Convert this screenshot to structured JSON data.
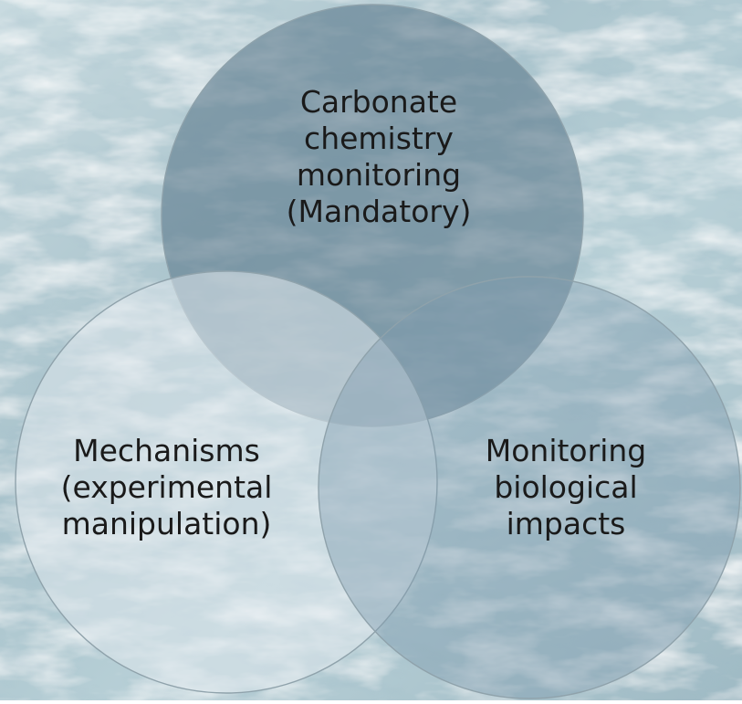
{
  "diagram": {
    "type": "venn",
    "colors": {
      "sea_base": "#a9c4cd",
      "sea_light": "#d8e6ea",
      "sea_dark": "#7f9eaa",
      "circle_top_fill": "#5f7c8e",
      "circle_left_fill": "#dfe8ec",
      "circle_right_fill": "#7f9cad",
      "circle_stroke": "#8fa2ab",
      "text": "#1a1a1a"
    },
    "circles": [
      {
        "id": "top",
        "lines": [
          "Carbonate",
          "chemistry",
          "monitoring",
          "(Mandatory)"
        ]
      },
      {
        "id": "left",
        "lines": [
          "Mechanisms",
          "(experimental",
          "manipulation)"
        ]
      },
      {
        "id": "right",
        "lines": [
          "Monitoring",
          "biological",
          "impacts"
        ]
      }
    ]
  }
}
